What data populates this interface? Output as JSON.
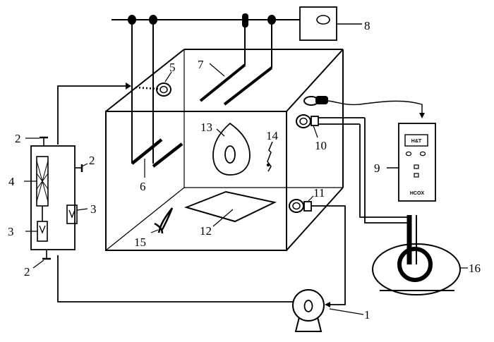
{
  "labels": {
    "n1": "1",
    "n2_top": "2",
    "n2_right": "2",
    "n2_bottom": "2",
    "n3_left": "3",
    "n3_right": "3",
    "n4": "4",
    "n5": "5",
    "n6": "6",
    "n7": "7",
    "n8": "8",
    "n9": "9",
    "n10": "10",
    "n11": "11",
    "n12": "12",
    "n13": "13",
    "n14": "14",
    "n15": "15",
    "n16": "16"
  },
  "device": {
    "display_text": "H&T",
    "brand_text": "HCOX"
  }
}
